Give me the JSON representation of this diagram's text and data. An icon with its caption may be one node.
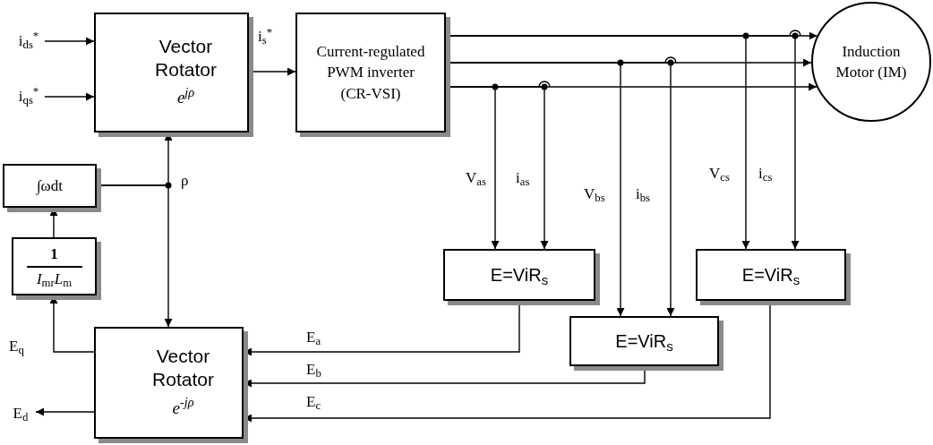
{
  "diagram": {
    "nodes": [
      {
        "text": [
          "i$_{ds}$$^{*}$"
        ]
      },
      {
        "text": [
          "i$_{qs}$$^{*}$"
        ]
      },
      {
        "text": [
          "Vector Rotator",
          "e$^{jρ}$"
        ]
      },
      {
        "text": [
          "Current-regulated PWM inverter (CR-VSI)"
        ]
      },
      {
        "text": [
          "Induction Motor (IM)"
        ]
      },
      {
        "text": [
          "∫ωdt"
        ]
      },
      {
        "text": [
          "1",
          "*I*$_{mr}$*L*$_{m}$"
        ]
      },
      {
        "text": [
          "Vector Rotator",
          "e$^{-jρ}$"
        ]
      },
      {
        "text": [
          "E=ViR$_{s}$"
        ]
      },
      {
        "text": [
          "E=ViR$_{s}$"
        ]
      },
      {
        "text": [
          "E=ViR$_{s}$"
        ]
      },
      {
        "text": [
          "E$_{d}$"
        ]
      }
    ],
    "edges": [
      {
        "from": 0,
        "to": 2,
        "arrow": "to"
      },
      {
        "from": 1,
        "to": 2,
        "arrow": "to"
      },
      {
        "from": 2,
        "to": 3,
        "arrow": "to",
        "label": "i$_{s}$$^{*}$"
      },
      {
        "from": 3,
        "to": 4,
        "arrow": "to"
      },
      {
        "from": 3,
        "to": 4,
        "arrow": "to"
      },
      {
        "from": 3,
        "to": 4,
        "arrow": "to"
      },
      {
        "from": 3,
        "to": 8,
        "arrow": "to",
        "label": "V$_{as}$"
      },
      {
        "from": 3,
        "to": 8,
        "arrow": "to",
        "label": "i$_{as}$"
      },
      {
        "from": 3,
        "to": 9,
        "arrow": "to",
        "label": "V$_{bs}$"
      },
      {
        "from": 3,
        "to": 9,
        "arrow": "to",
        "label": "i$_{bs}$"
      },
      {
        "from": 3,
        "to": 10,
        "arrow": "to",
        "label": "V$_{cs}$"
      },
      {
        "from": 3,
        "to": 10,
        "arrow": "to",
        "label": "i$_{cs}$"
      },
      {
        "from": 5,
        "to": 2,
        "arrow": "to",
        "label": "ρ"
      },
      {
        "from": 5,
        "to": 7,
        "arrow": "to"
      },
      {
        "from": 6,
        "to": 5,
        "arrow": "to"
      },
      {
        "from": 7,
        "to": 6,
        "arrow": "to",
        "label": "E$_{q}$"
      },
      {
        "from": 7,
        "to": 11,
        "arrow": "to"
      },
      {
        "from": 8,
        "to": 7,
        "arrow": "to",
        "label": "E$_{a}$"
      },
      {
        "from": 9,
        "to": 7,
        "arrow": "to",
        "label": "E$_{b}$"
      },
      {
        "from": 10,
        "to": 7,
        "arrow": "to",
        "label": "E$_{c}$"
      }
    ]
  }
}
